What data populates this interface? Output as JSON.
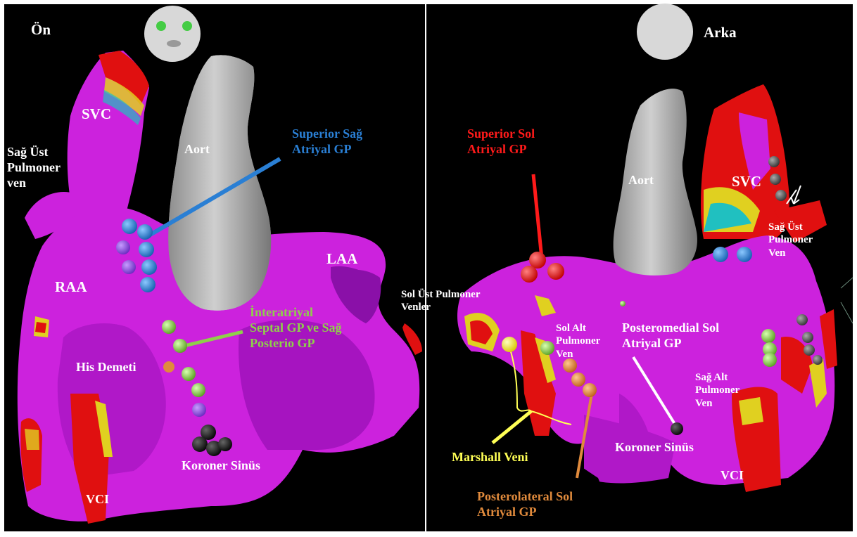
{
  "views": {
    "front": {
      "label": "Ön"
    },
    "back": {
      "label": "Arka"
    }
  },
  "labels": {
    "svc_front": "SVC",
    "sag_ust_front": "Sağ Üst\nPulmoner\nven",
    "aort_front": "Aort",
    "raa": "RAA",
    "laa": "LAA",
    "superior_sag": "Superior Sağ\nAtriyal GP",
    "interatriyal": "İnteratriyal\nSeptal GP ve Sağ\nPosterio GP",
    "his": "His Demeti",
    "koroner_front": "Koroner Sinüs",
    "vci_front": "VCI",
    "sol_ust": "Sol Üst Pulmoner\nVenler",
    "superior_sol": "Superior Sol\nAtriyal GP",
    "aort_back": "Aort",
    "svc_back": "SVC",
    "sag_ust_back": "Sağ Üst\nPulmoner\nVen",
    "sol_alt": "Sol Alt\nPulmoner\nVen",
    "posteromedial": "Posteromedial Sol\nAtriyal GP",
    "sag_alt": "Sağ Alt\nPulmoner\nVen",
    "marshall": "Marshall Veni",
    "koroner_back": "Koroner Sinüs",
    "vci_back": "VCI",
    "posterolateral": "Posterolateral Sol\nAtriyal GP"
  },
  "colors": {
    "superior_sag": "#2a7fd4",
    "superior_sol": "#ff1a1a",
    "interatriyal": "#8fcf4a",
    "marshall": "#ffff55",
    "posterolateral": "#e08a3c",
    "atrium": "#cc22dd",
    "aorta": "#b4b4b4"
  }
}
